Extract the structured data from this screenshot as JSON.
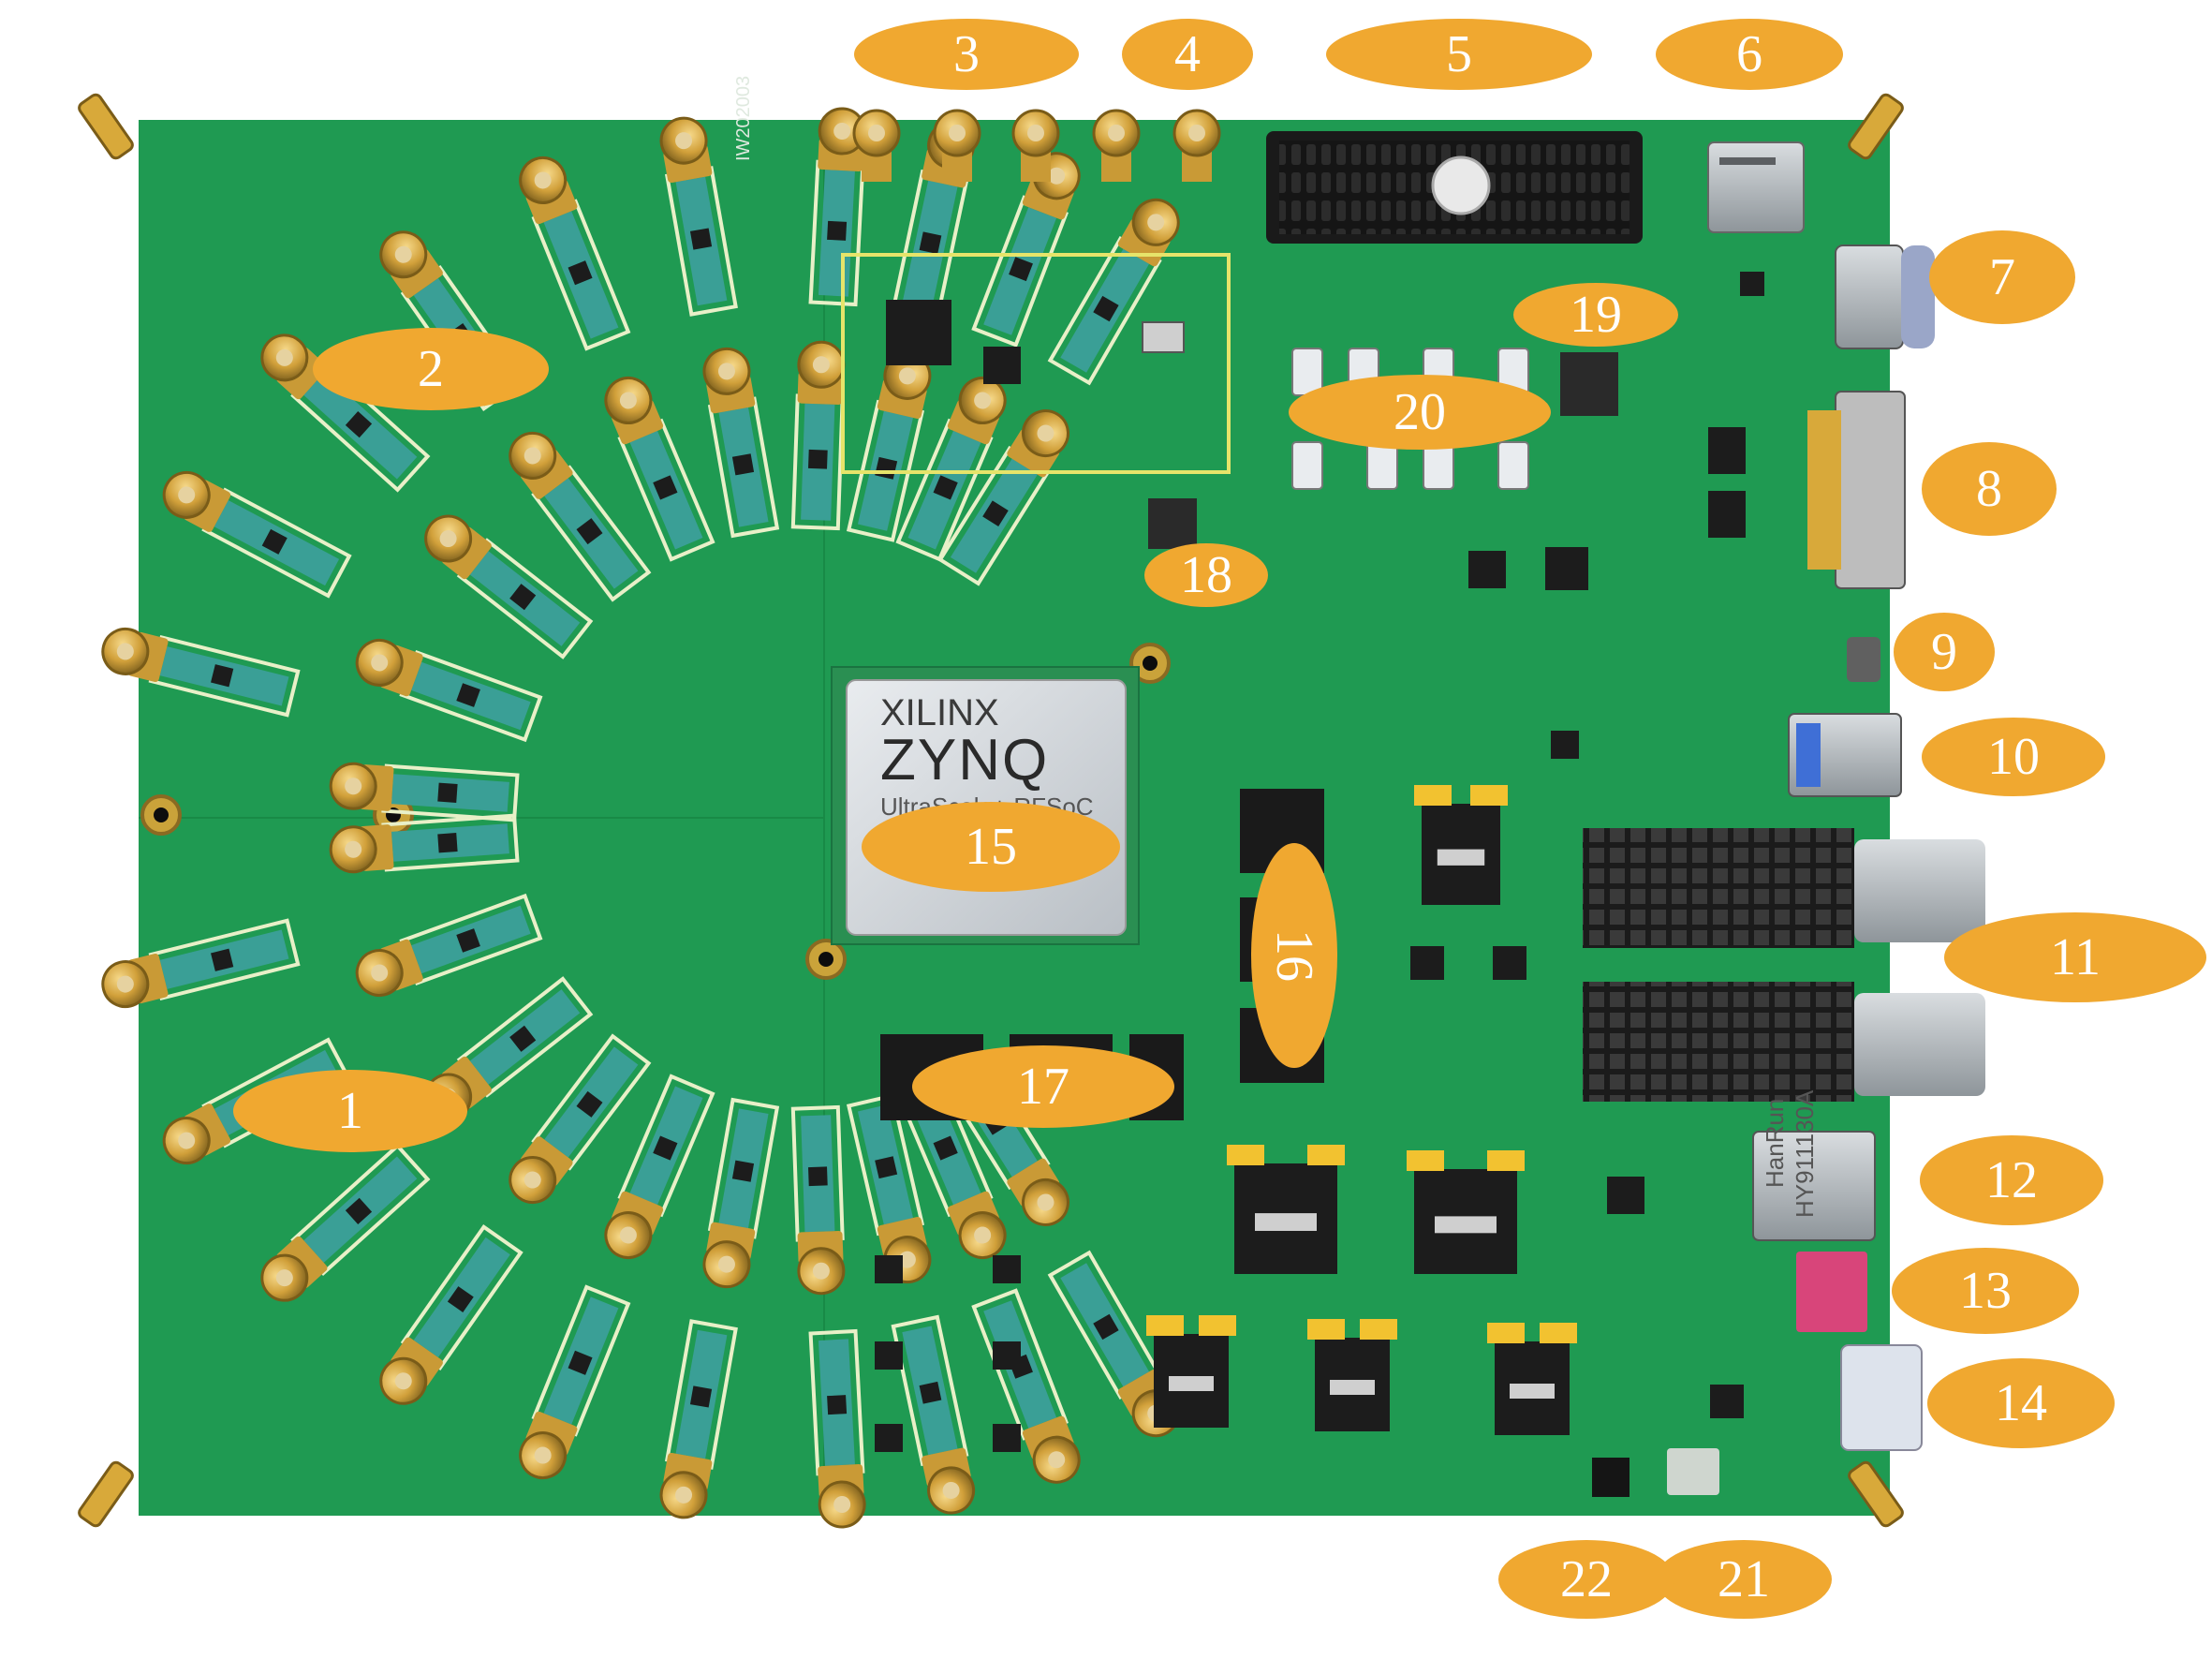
{
  "board": {
    "colors": {
      "pcb": "#1f9a52",
      "pcb_dark": "#17803f",
      "callout": "#f0a830",
      "gold": "#d8a93a",
      "silkscreen": "#e8f0e4",
      "chip": "#1c1c1c"
    },
    "silk_id": "IW202003",
    "fpga": {
      "line1": "XILINX",
      "line2": "ZYNQ",
      "line3": "UltraScale+ RFSoC"
    },
    "rj45_label": "HanRun",
    "rj45_part": "HY911130A"
  },
  "callouts": [
    {
      "label": "1"
    },
    {
      "label": "2"
    },
    {
      "label": "3"
    },
    {
      "label": "4"
    },
    {
      "label": "5"
    },
    {
      "label": "6"
    },
    {
      "label": "7"
    },
    {
      "label": "8"
    },
    {
      "label": "9"
    },
    {
      "label": "10"
    },
    {
      "label": "11"
    },
    {
      "label": "12"
    },
    {
      "label": "13"
    },
    {
      "label": "14"
    },
    {
      "label": "15"
    },
    {
      "label": "16"
    },
    {
      "label": "17"
    },
    {
      "label": "18"
    },
    {
      "label": "19"
    },
    {
      "label": "20"
    },
    {
      "label": "21"
    },
    {
      "label": "22"
    }
  ]
}
